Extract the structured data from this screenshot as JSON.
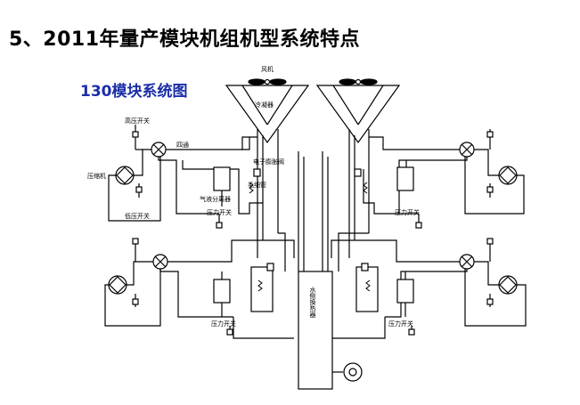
{
  "page": {
    "title": "5、2011年量产模块机组机型系统特点",
    "subtitle": "130模块系统图"
  },
  "labels": {
    "fan": "风机",
    "condenser": "冷凝器",
    "high_pressure_switch": "高压开关",
    "compressor": "压缩机",
    "low_pressure_switch": "低压开关",
    "four_way_valve": "四通",
    "gas_liquid_separator": "气液分离器",
    "pressure_switch": "压力开关",
    "electronic_expansion_valve": "电子膨胀阀",
    "capillary": "毛细管",
    "water_heat_exchanger": "水侧换热器"
  },
  "colors": {
    "title": "#000000",
    "subtitle": "#1a2ea8",
    "line": "#000000"
  }
}
